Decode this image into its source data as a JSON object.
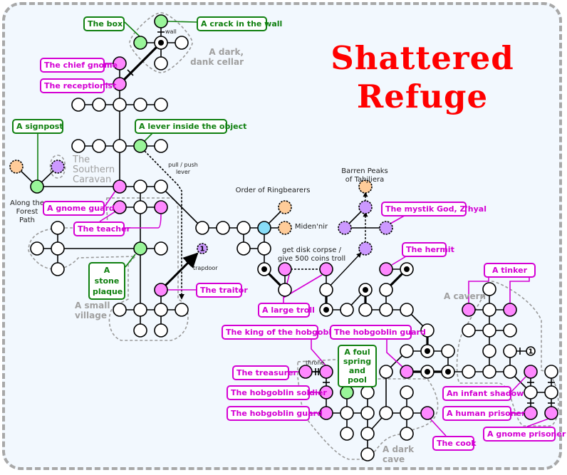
{
  "title": {
    "line1": "Shattered",
    "line2": "Refuge"
  },
  "colors": {
    "npc": "#ff88ff",
    "npc_border": "#d400d4",
    "object": "#99f599",
    "object_border": "#108010",
    "exit_orange": "#ffcc99",
    "exit_purple": "#cc99ff",
    "special_blue": "#88ddf8",
    "title_red": "#ff0000",
    "background": "#f2f8fe",
    "area_text": "#a0a0a0"
  },
  "areas": [
    {
      "id": "cellar",
      "name": "A dark, dank cellar",
      "lines": [
        "A dark,",
        "dank cellar"
      ]
    },
    {
      "id": "caravan",
      "name": "The Southern Caravan",
      "lines": [
        "The",
        "Southern",
        "Caravan"
      ]
    },
    {
      "id": "village",
      "name": "A small village",
      "lines": [
        "A small",
        "village"
      ]
    },
    {
      "id": "cavern",
      "name": "A cavern",
      "lines": [
        "A cavern"
      ]
    },
    {
      "id": "cave",
      "name": "A dark cave",
      "lines": [
        "A dark",
        "cave"
      ]
    }
  ],
  "places": [
    {
      "id": "forest",
      "lines": [
        "Along the",
        "Forest",
        "Path"
      ]
    },
    {
      "id": "ringbearers",
      "lines": [
        "Order of Ringbearers"
      ]
    },
    {
      "id": "midennir",
      "lines": [
        "Miden'nir"
      ]
    },
    {
      "id": "peaks",
      "lines": [
        "Barren Peaks",
        "of Tahjliera"
      ]
    }
  ],
  "notes": {
    "wall": "wall",
    "lever": [
      "pull / push",
      "lever"
    ],
    "trapdoor": "trapdoor",
    "troll": [
      "get disk corpse /",
      "give 500 coins troll"
    ],
    "throne": "throne",
    "portal_marker": "1"
  },
  "npc_labels": [
    "The chief gnome",
    "The receptionist",
    "A gnome guard",
    "The teacher",
    "The traitor",
    "A large troll",
    "The mystik God, Z'hyal",
    "The hermit",
    "A tinker",
    "The king of the hobgoblins",
    "The hobgoblin guard",
    "The treasurer",
    "The hobgoblin soldier",
    "The hobgoblin guard",
    "An infant shadow",
    "A human prisoner",
    "A gnome prisoner",
    "The cook"
  ],
  "object_labels": [
    "The box",
    "A crack in the wall",
    "A signpost",
    "A lever inside the object",
    "A stone plaque",
    "A foul spring and pool"
  ]
}
